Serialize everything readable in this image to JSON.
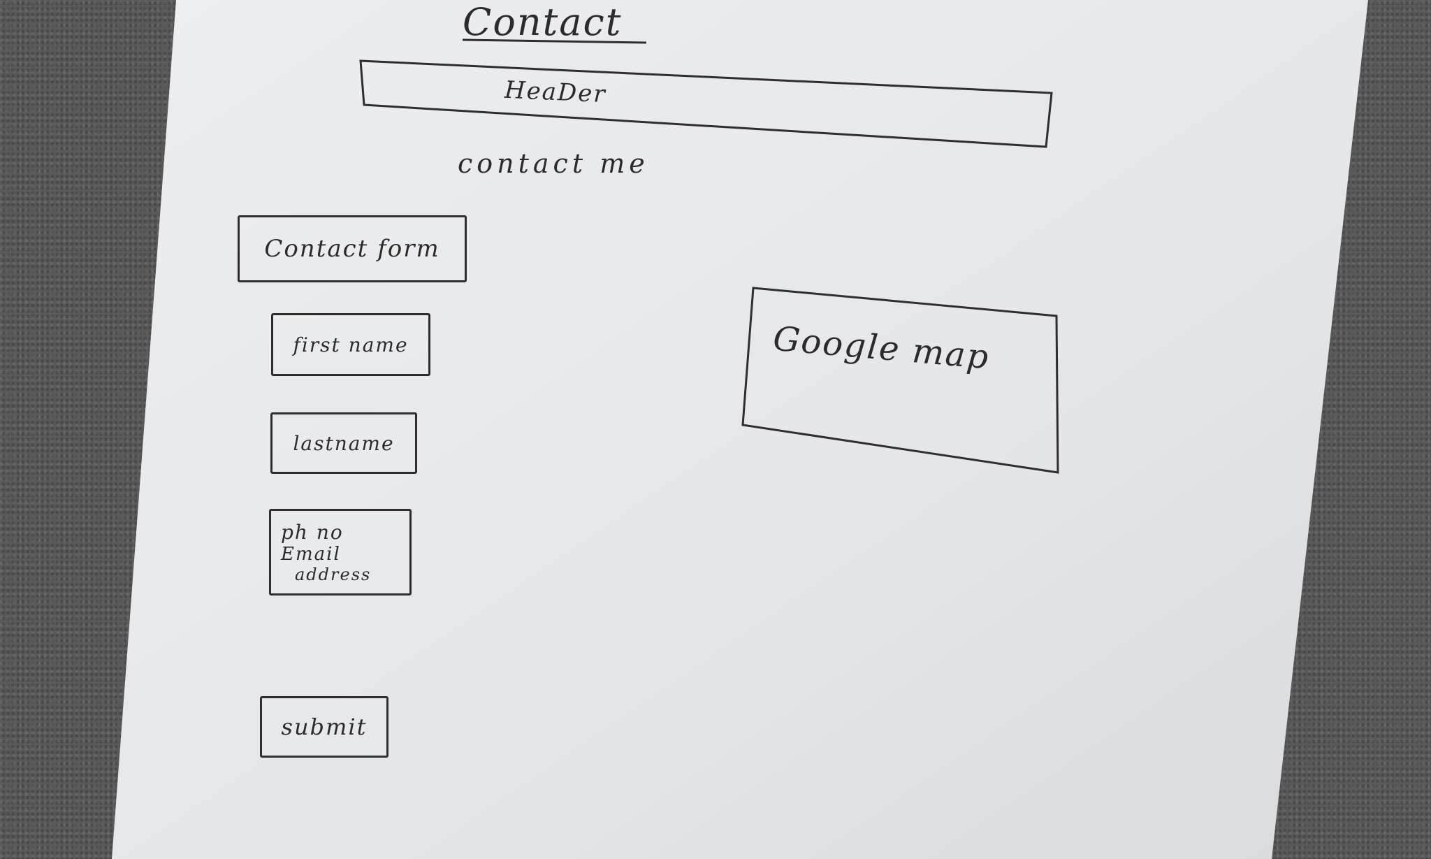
{
  "sketch": {
    "title": "Contact",
    "header_label": "HeaDer",
    "subtitle": "contact me",
    "form_label": "Contact form",
    "fields": [
      "first name",
      "lastname"
    ],
    "contact_field": {
      "line1": "ph no",
      "line2": "Email",
      "line3": "address"
    },
    "submit_label": "submit",
    "map_label": "Google map"
  },
  "colors": {
    "paper": "#e6e8ec",
    "carpet": "#5a5a5a",
    "ink": "#2e2e2e"
  }
}
